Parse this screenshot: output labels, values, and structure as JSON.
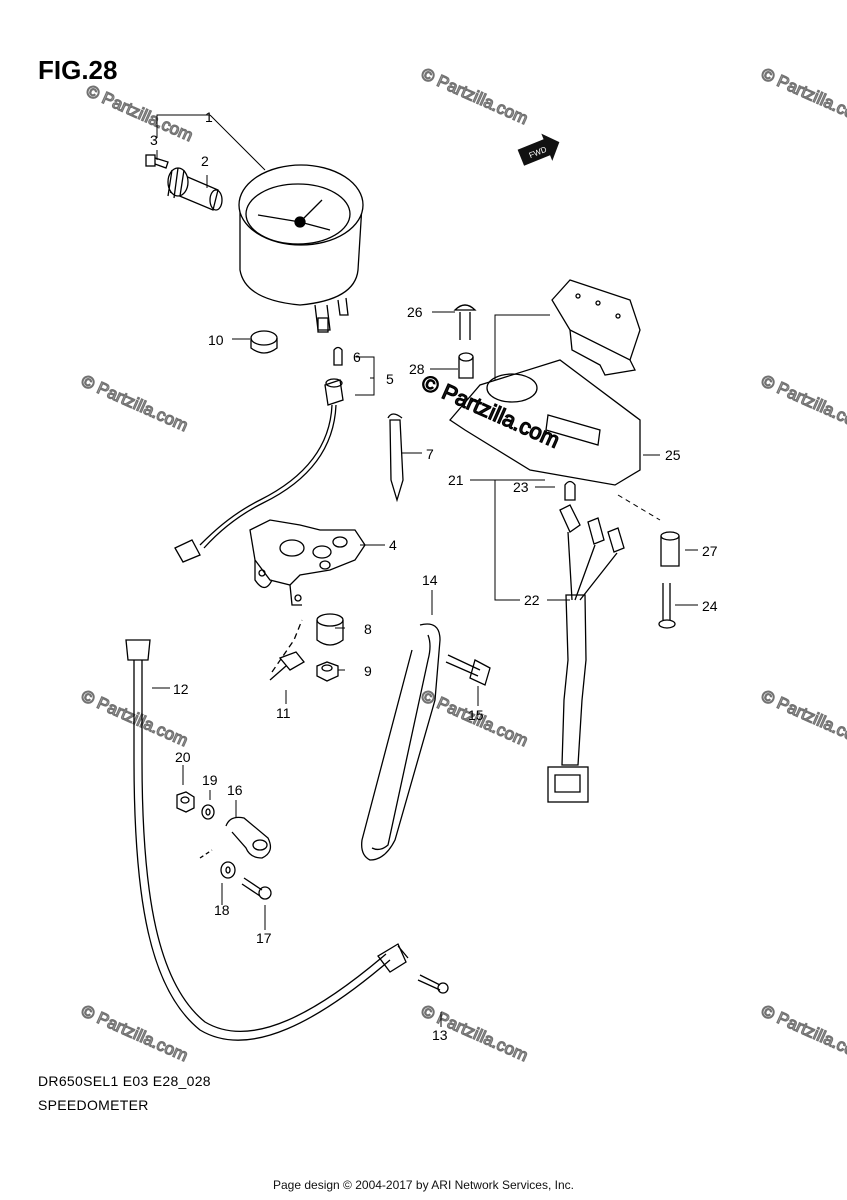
{
  "figure": {
    "title": "FIG.28",
    "model_code": "DR650SEL1 E03 E28_028",
    "name": "SPEEDOMETER",
    "footer": "Page design © 2004-2017 by ARI Network Services, Inc.",
    "direction_tag": "FWD"
  },
  "watermark": {
    "text": "© Partzilla.com"
  },
  "callouts": [
    {
      "id": "1",
      "label": "1"
    },
    {
      "id": "2",
      "label": "2"
    },
    {
      "id": "3",
      "label": "3"
    },
    {
      "id": "4",
      "label": "4"
    },
    {
      "id": "5",
      "label": "5"
    },
    {
      "id": "6",
      "label": "6"
    },
    {
      "id": "7",
      "label": "7"
    },
    {
      "id": "8",
      "label": "8"
    },
    {
      "id": "9",
      "label": "9"
    },
    {
      "id": "10",
      "label": "10"
    },
    {
      "id": "11",
      "label": "11"
    },
    {
      "id": "12",
      "label": "12"
    },
    {
      "id": "13",
      "label": "13"
    },
    {
      "id": "14",
      "label": "14"
    },
    {
      "id": "15",
      "label": "15"
    },
    {
      "id": "16",
      "label": "16"
    },
    {
      "id": "17",
      "label": "17"
    },
    {
      "id": "18",
      "label": "18"
    },
    {
      "id": "19",
      "label": "19"
    },
    {
      "id": "20",
      "label": "20"
    },
    {
      "id": "21",
      "label": "21"
    },
    {
      "id": "22",
      "label": "22"
    },
    {
      "id": "23",
      "label": "23"
    },
    {
      "id": "24",
      "label": "24"
    },
    {
      "id": "25",
      "label": "25"
    },
    {
      "id": "26",
      "label": "26"
    },
    {
      "id": "27",
      "label": "27"
    },
    {
      "id": "28",
      "label": "28"
    }
  ]
}
